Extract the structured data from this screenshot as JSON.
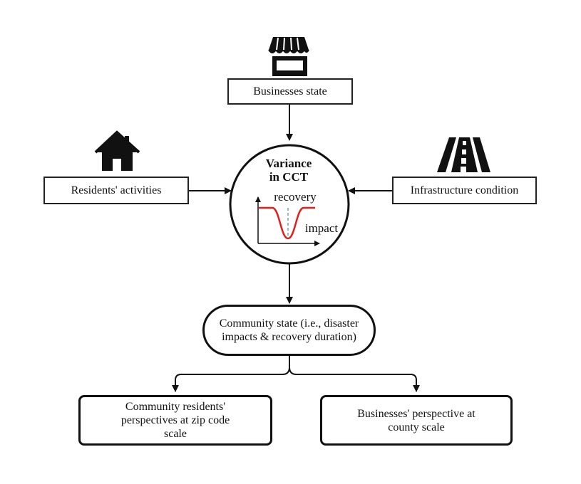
{
  "nodes": {
    "businesses_state": "Businesses state",
    "residents_activities": "Residents' activities",
    "infrastructure_condition": "Infrastructure condition",
    "center": {
      "title_line1": "Variance",
      "title_line2": "in CCT",
      "recovery_label": "recovery",
      "impact_label": "impact"
    },
    "community_state": "Community state (i.e., disaster impacts & recovery duration)",
    "residents_perspective": "Community residents' perspectives at zip code scale",
    "businesses_perspective": "Businesses' perspective at county scale"
  },
  "icons": {
    "businesses": "storefront-icon",
    "residents": "house-icon",
    "infrastructure": "road-icon"
  },
  "colors": {
    "curve": "#e0201b",
    "dashed_guide": "#6c9fd6",
    "stroke": "#111111"
  }
}
